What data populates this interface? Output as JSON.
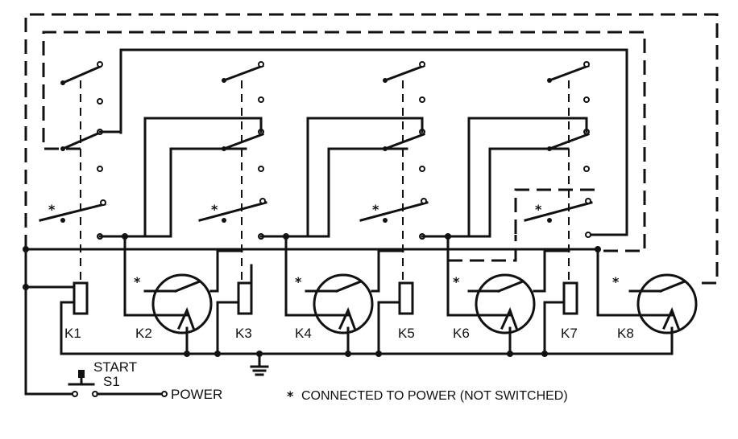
{
  "relays": [
    {
      "id": "k1",
      "label": "K1",
      "type": "relay-coil"
    },
    {
      "id": "k2",
      "label": "K2",
      "type": "stepper"
    },
    {
      "id": "k3",
      "label": "K3",
      "type": "relay-coil"
    },
    {
      "id": "k4",
      "label": "K4",
      "type": "stepper"
    },
    {
      "id": "k5",
      "label": "K5",
      "type": "relay-coil"
    },
    {
      "id": "k6",
      "label": "K6",
      "type": "stepper"
    },
    {
      "id": "k7",
      "label": "K7",
      "type": "relay-coil"
    },
    {
      "id": "k8",
      "label": "K8",
      "type": "stepper"
    }
  ],
  "marker": "*",
  "start_switch": {
    "line1": "START",
    "line2": "S1"
  },
  "power_label": "POWER",
  "footnote": "CONNECTED TO POWER (NOT SWITCHED)"
}
